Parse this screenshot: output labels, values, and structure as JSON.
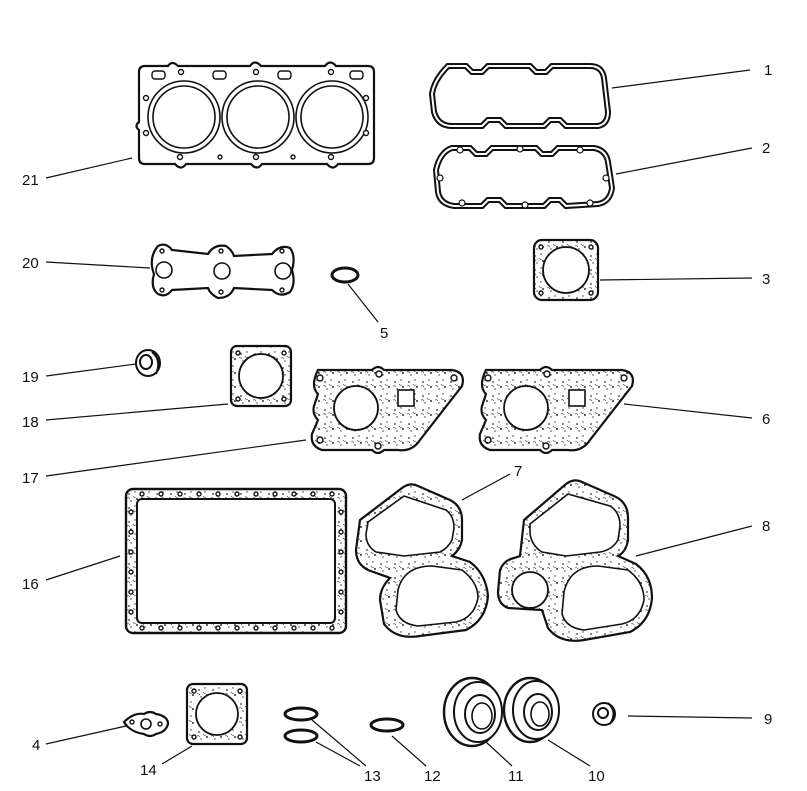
{
  "callouts": {
    "c1": "1",
    "c2": "2",
    "c3": "3",
    "c4": "4",
    "c5": "5",
    "c6": "6",
    "c7": "7",
    "c8": "8",
    "c9": "9",
    "c10": "10",
    "c11": "11",
    "c12": "12",
    "c13": "13",
    "c14": "14",
    "c16": "16",
    "c17": "17",
    "c18": "18",
    "c19": "19",
    "c20": "20",
    "c21": "21"
  },
  "style": {
    "line_color": "#111111",
    "background": "#ffffff"
  }
}
